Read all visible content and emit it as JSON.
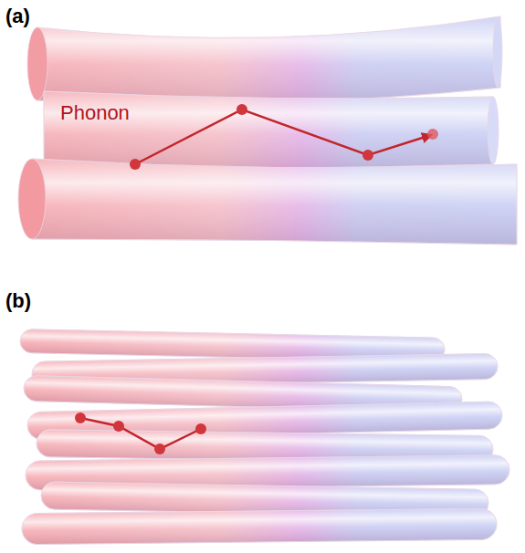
{
  "diagram": {
    "labels": [
      "(a)",
      "Phonon",
      "(b)"
    ]
  }
}
